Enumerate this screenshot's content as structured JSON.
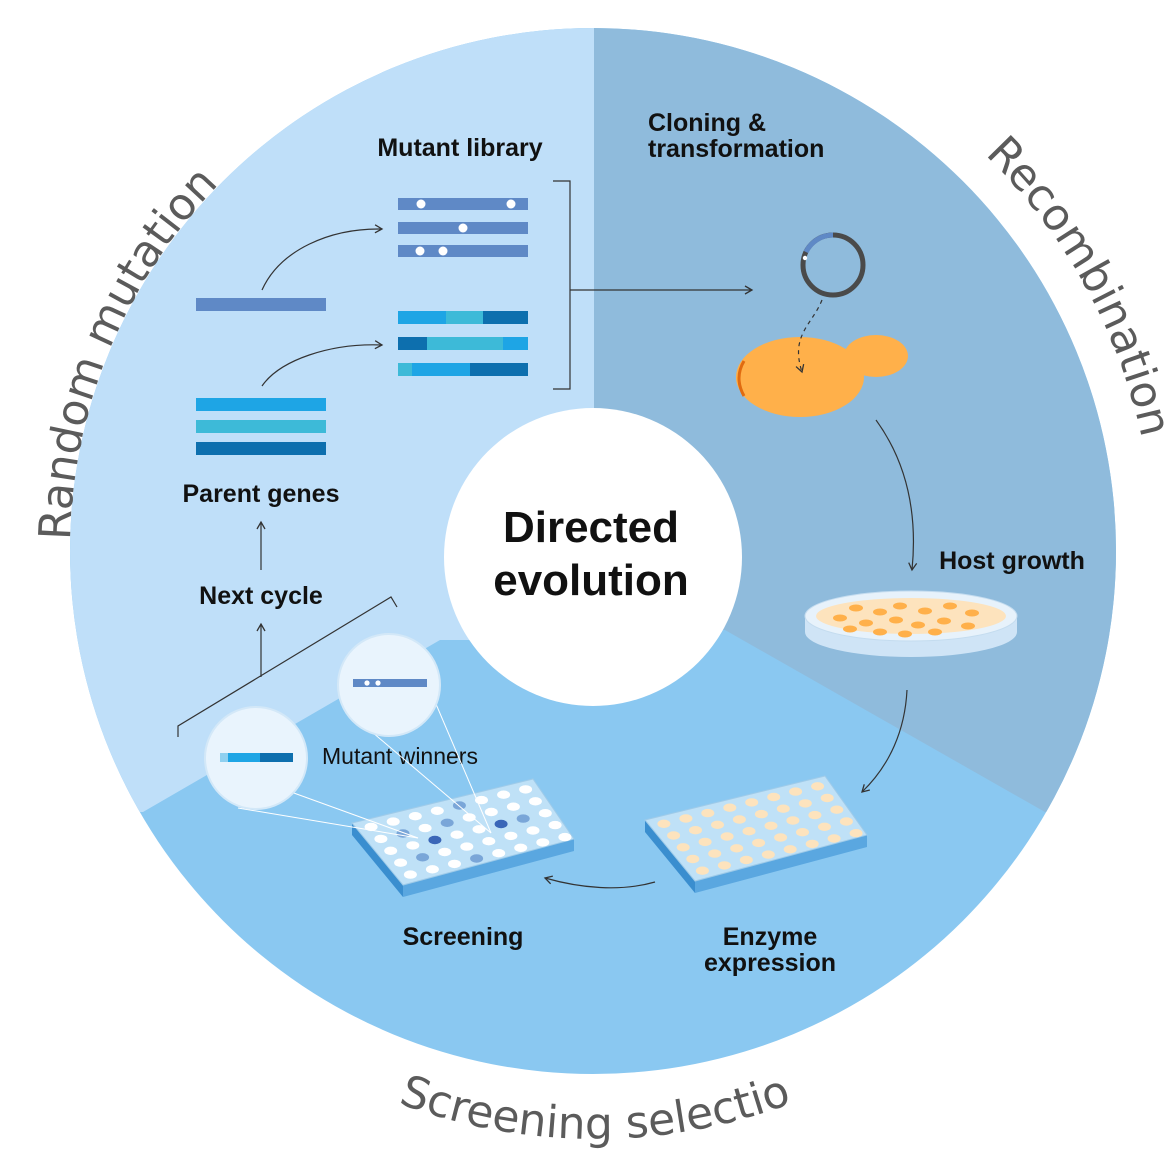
{
  "center": {
    "line1": "Directed",
    "line2": "evolution"
  },
  "sectors": {
    "random_mutation": "Random mutation",
    "recombination": "Recombination",
    "screening_selection": "Screening selection"
  },
  "labels": {
    "mutant_library": "Mutant library",
    "cloning_line1": "Cloning &",
    "cloning_line2": "transformation",
    "host_growth": "Host growth",
    "enzyme_line1": "Enzyme",
    "enzyme_line2": "expression",
    "screening": "Screening",
    "mutant_winners": "Mutant winners",
    "next_cycle": "Next cycle",
    "parent_genes": "Parent genes"
  },
  "colors": {
    "sector_random_mutation": "#bfdff9",
    "sector_recombination": "#8fbbdc",
    "sector_screening": "#8ac8f1",
    "center_circle": "#ffffff",
    "gene_blue": "#5f89c6",
    "gene_cyan": "#1ea5e5",
    "gene_teal": "#3dbad8",
    "gene_dark": "#0d6fae",
    "yeast": "#ffb04a",
    "arc_text": "#5b5b5b"
  }
}
